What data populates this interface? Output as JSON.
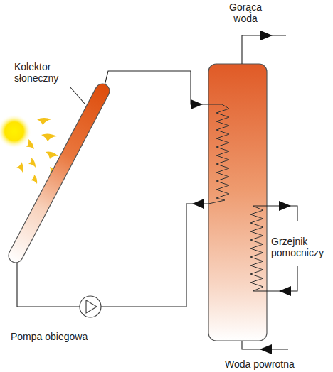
{
  "diagram": {
    "nodes": [
      {
        "text": [
          "Kolektor słoneczny"
        ]
      },
      {
        "text": [
          "Pompa obiegowa"
        ]
      }
    ],
    "edges": [
      {
        "from": 0,
        "to": 1,
        "arrow": "none"
      }
    ],
    "labels": [
      "Gorąca woda",
      "Grzejnik pomocniczy",
      "Woda powrotna"
    ]
  }
}
